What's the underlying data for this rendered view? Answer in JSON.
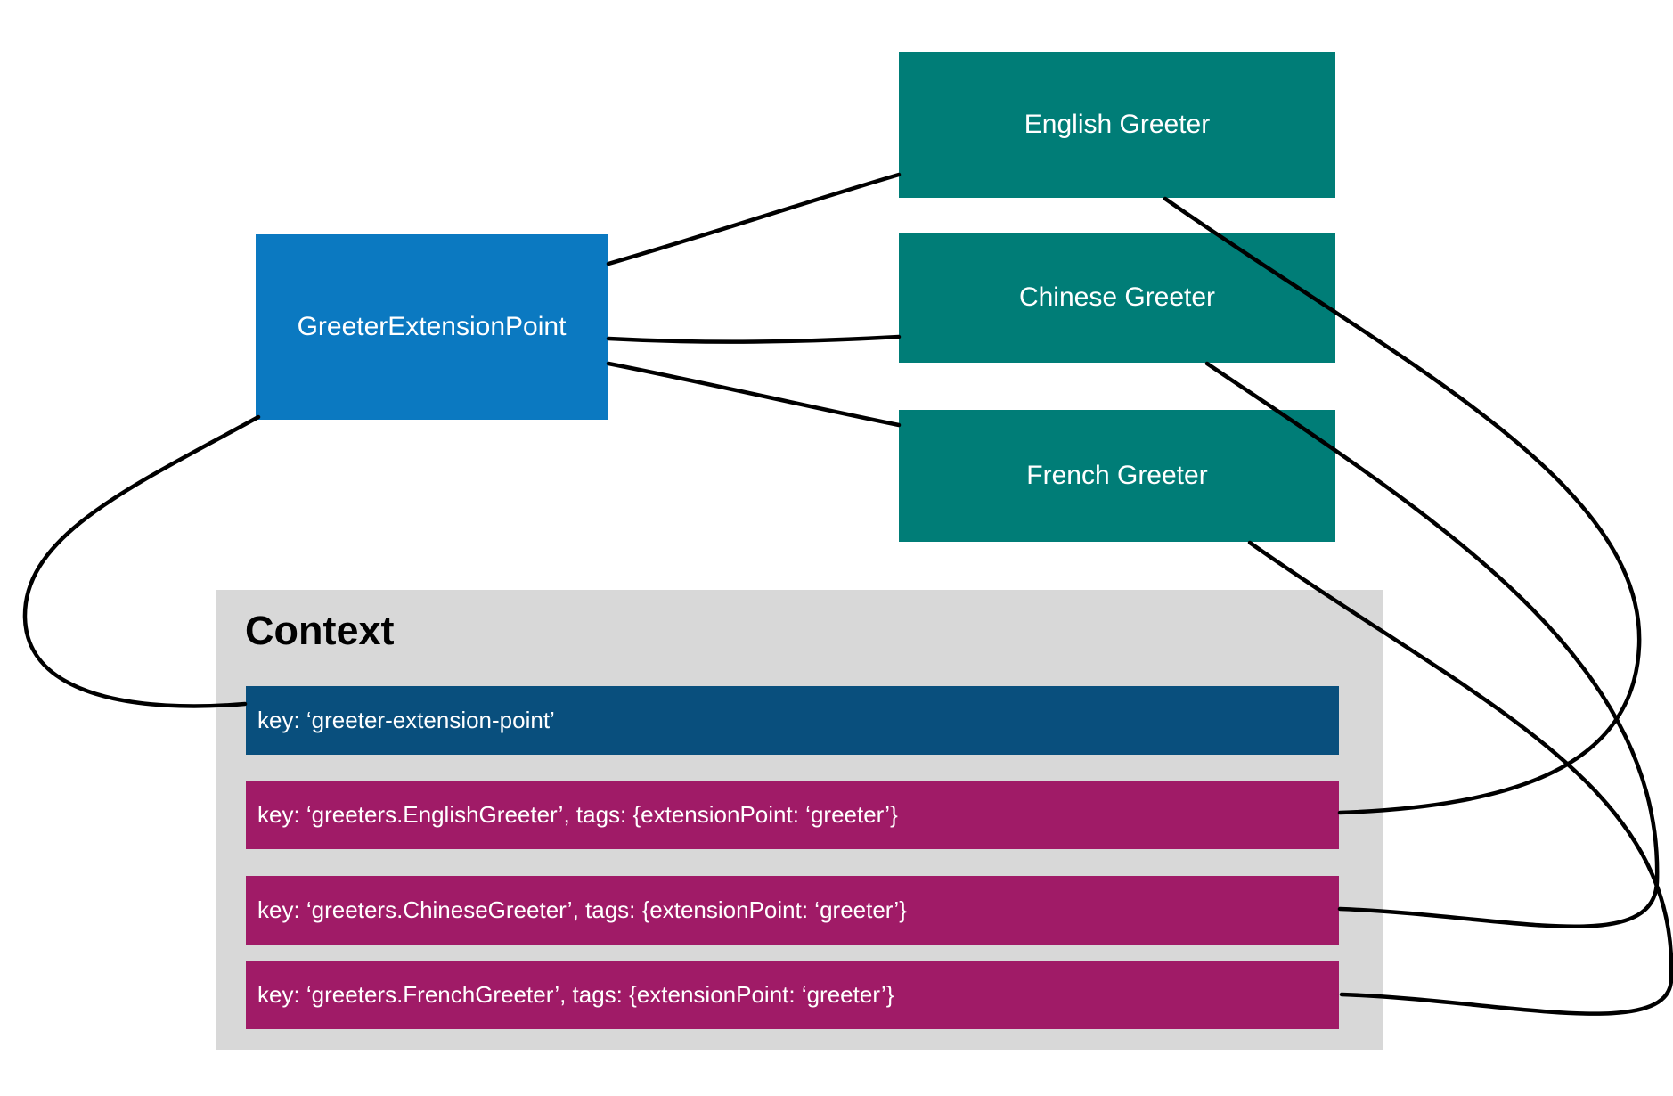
{
  "diagram": {
    "extension_point": {
      "label": "GreeterExtensionPoint"
    },
    "greeters": [
      {
        "label": "English Greeter"
      },
      {
        "label": "Chinese Greeter"
      },
      {
        "label": "French Greeter"
      }
    ],
    "context": {
      "title": "Context",
      "entries": [
        {
          "text": "key: ‘greeter-extension-point’",
          "type": "extension-point-registration"
        },
        {
          "text": "key: ‘greeters.EnglishGreeter’, tags: {extensionPoint: ‘greeter’}",
          "type": "greeter-registration"
        },
        {
          "text": "key: ‘greeters.ChineseGreeter’, tags: {extensionPoint: ‘greeter’}",
          "type": "greeter-registration"
        },
        {
          "text": "key: ‘greeters.FrenchGreeter’, tags: {extensionPoint: ‘greeter’}",
          "type": "greeter-registration"
        }
      ]
    },
    "colors": {
      "blue": "#0b79c1",
      "teal": "#007d77",
      "gray": "#d8d8d8",
      "navy": "#094f7d",
      "magenta": "#a01b67",
      "line": "#000000",
      "title": "#000000"
    }
  }
}
